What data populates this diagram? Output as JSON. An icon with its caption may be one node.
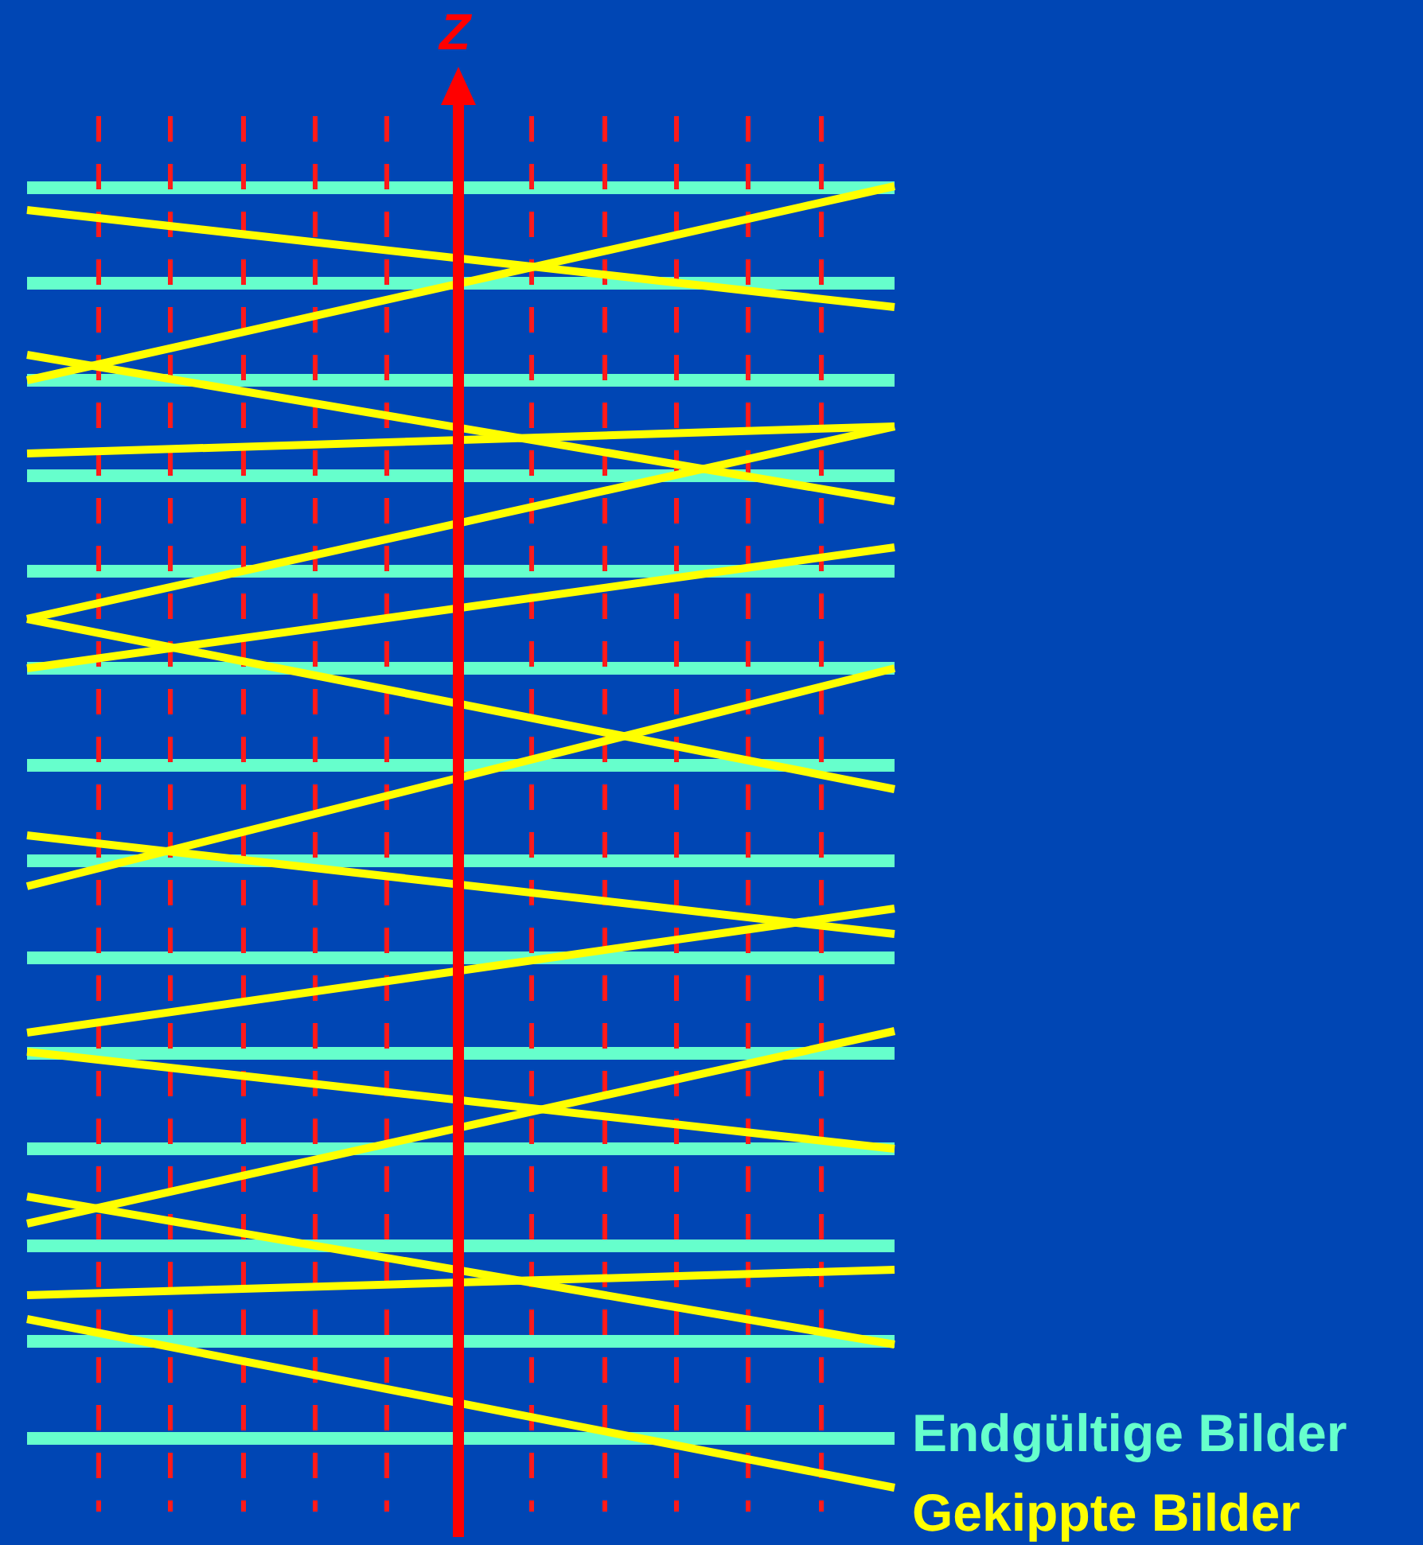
{
  "diagram": {
    "labels": [
      "Z",
      "Endgültige Bilder",
      "Gekippte Bilder"
    ]
  }
}
